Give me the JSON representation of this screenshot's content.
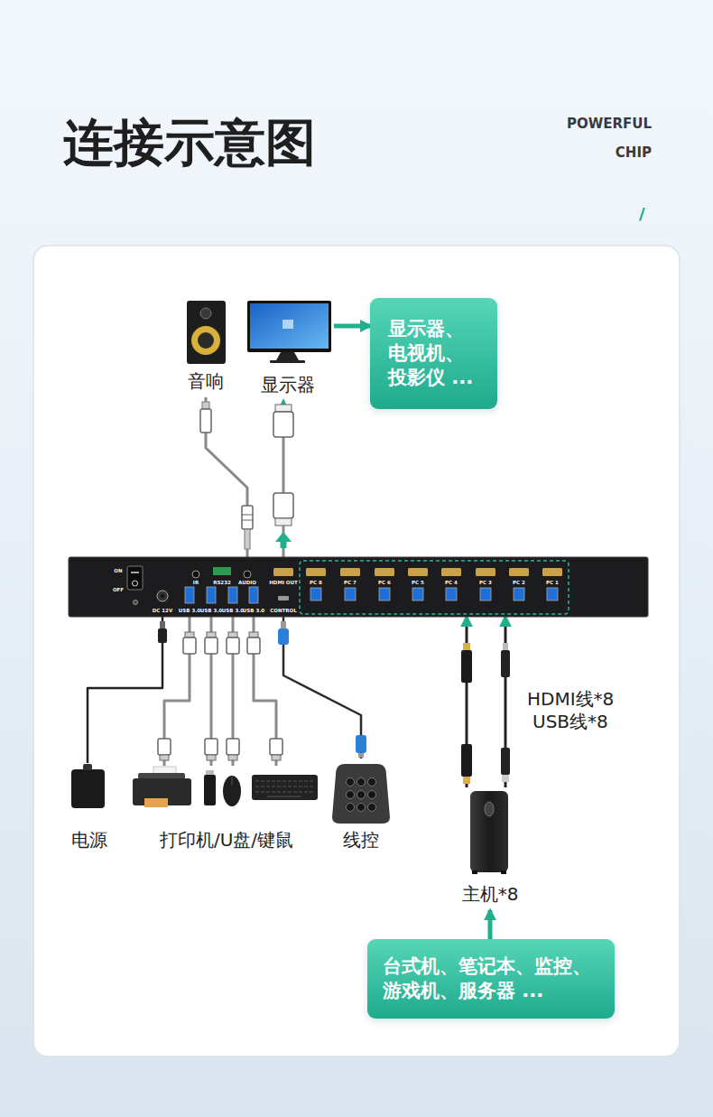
{
  "diagram": {
    "title": "连接示意图",
    "nodes": [
      {
        "text": [
          "音响"
        ]
      },
      {
        "text": [
          "显示器"
        ]
      },
      {
        "text": [
          "显示器、电视机、投影仪 ..."
        ]
      },
      {
        "text": [
          "ON",
          "OFF",
          "IR",
          "RS232",
          "AUDIO",
          "HDMI OUT",
          "PC 8",
          "PC 7",
          "PC 6",
          "PC 5",
          "PC 4",
          "PC 3",
          "PC 2",
          "PC 1",
          "USB 3.0",
          "USB 3.0",
          "USB 3.0",
          "USB 3.0",
          "DC 12V",
          "CONTROL"
        ]
      },
      {
        "text": [
          "电源"
        ]
      },
      {
        "text": [
          "打印机/U盘/键鼠"
        ]
      },
      {
        "text": [
          "线控"
        ]
      },
      {
        "text": [
          "主机*8"
        ]
      },
      {
        "text": [
          "台式机、笔记本、监控、游戏机、服务器 ..."
        ]
      }
    ],
    "edges": [
      {
        "from": 3,
        "to": 0,
        "arrow": "none"
      },
      {
        "from": 3,
        "to": 1,
        "arrow": "to"
      },
      {
        "from": 1,
        "to": 2,
        "arrow": "to"
      },
      {
        "from": 4,
        "to": 3,
        "arrow": "none"
      },
      {
        "from": 5,
        "to": 3,
        "arrow": "none"
      },
      {
        "from": 5,
        "to": 3,
        "arrow": "none"
      },
      {
        "from": 5,
        "to": 3,
        "arrow": "none"
      },
      {
        "from": 5,
        "to": 3,
        "arrow": "none"
      },
      {
        "from": 6,
        "to": 3,
        "arrow": "none"
      },
      {
        "from": 7,
        "to": 3,
        "arrow": "to"
      },
      {
        "from": 7,
        "to": 3,
        "arrow": "to"
      },
      {
        "from": 8,
        "to": 7,
        "arrow": "to"
      }
    ],
    "labels": [
      "POWERFUL",
      "CHIP",
      "/",
      "HDMI线*8",
      "USB线*8"
    ]
  }
}
